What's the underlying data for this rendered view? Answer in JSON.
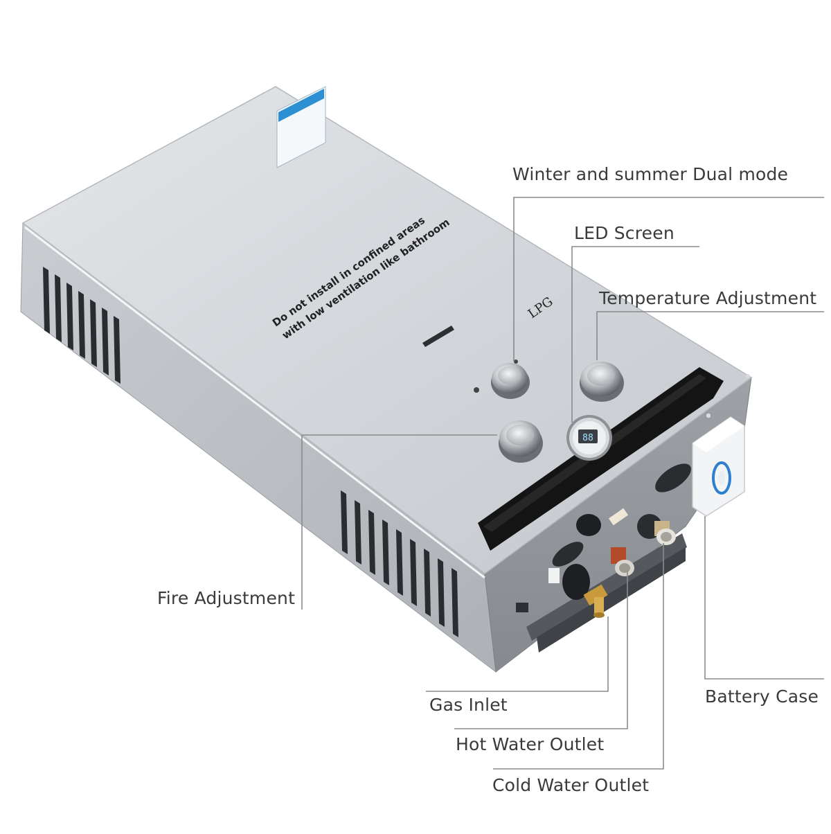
{
  "product": {
    "warning_line_1": "Do not install in confined areas",
    "warning_line_2": "with low ventilation like bathroom",
    "fuel_label": "LPG",
    "led_reading": "88"
  },
  "callouts": {
    "winter_summer": "Winter and summer Dual mode",
    "led_screen": "LED Screen",
    "temperature": "Temperature Adjustment",
    "fire": "Fire Adjustment",
    "gas_inlet": "Gas Inlet",
    "hot_water": "Hot Water Outlet",
    "cold_water": "Cold Water Outlet",
    "battery": "Battery Case"
  },
  "colors": {
    "background": "#ffffff",
    "body_silver": "#cfd2d6",
    "body_shadow": "#a9adb2",
    "control_strip": "#141414",
    "leader_line": "#8a8a8a",
    "label_text": "#3a3a3a",
    "battery_ring": "#2f7fd0",
    "brass": "#c89a3c"
  }
}
